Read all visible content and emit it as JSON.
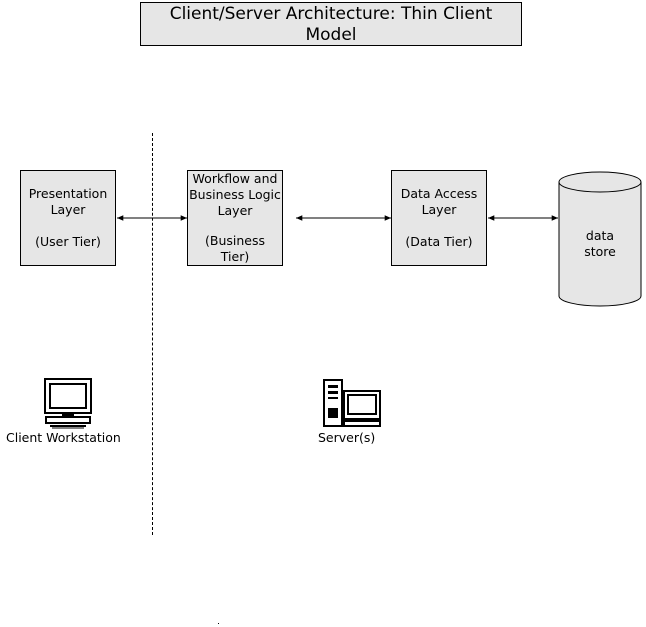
{
  "title": {
    "line1": "Client/Server Architecture: Thin Client",
    "line2": "Model"
  },
  "layers": {
    "presentation": {
      "line1": "Presentation",
      "line2": "Layer",
      "tier": "(User Tier)"
    },
    "workflow": {
      "line1": "Workflow and",
      "line2": "Business Logic",
      "line3": "Layer",
      "tier_line1": "(Business",
      "tier_line2": "Tier)"
    },
    "data_access": {
      "line1": "Data Access",
      "line2": "Layer",
      "tier": "(Data Tier)"
    }
  },
  "data_store": {
    "line1": "data",
    "line2": "store"
  },
  "nodes": {
    "client": "Client Workstation",
    "server": "Server(s)"
  },
  "icons": {
    "client": "desktop-computer-icon",
    "server": "server-tower-icon",
    "store": "database-cylinder-icon"
  },
  "colors": {
    "box_fill": "#e6e6e6",
    "stroke": "#000000"
  }
}
